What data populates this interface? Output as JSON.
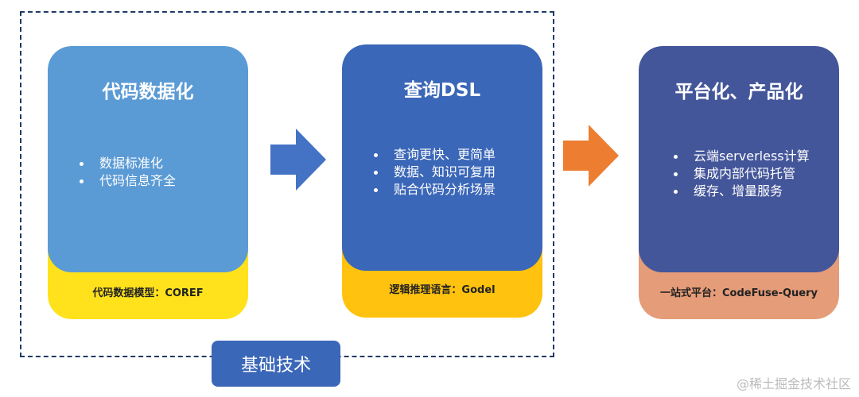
{
  "cards": [
    {
      "title": "代码数据化",
      "bullets": [
        "数据标准化",
        "代码信息齐全"
      ],
      "footer": "代码数据模型：COREF"
    },
    {
      "title": "查询DSL",
      "bullets": [
        "查询更快、更简单",
        "数据、知识可复用",
        "贴合代码分析场景"
      ],
      "footer": "逻辑推理语言：Godel"
    },
    {
      "title": "平台化、产品化",
      "bullets": [
        "云端serverless计算",
        "集成内部代码托管",
        "缓存、增量服务"
      ],
      "footer": "一站式平台：CodeFuse-Query"
    }
  ],
  "base_label": "基础技术",
  "watermark": "@稀土掘金技术社区",
  "colors": {
    "light_blue": "#5b9bd5",
    "mid_blue": "#3b67b8",
    "dark_blue": "#44569a",
    "yellow": "#ffe21c",
    "gold": "#ffc20e",
    "salmon": "#e59c78",
    "orange_arrow": "#ed7d31"
  }
}
